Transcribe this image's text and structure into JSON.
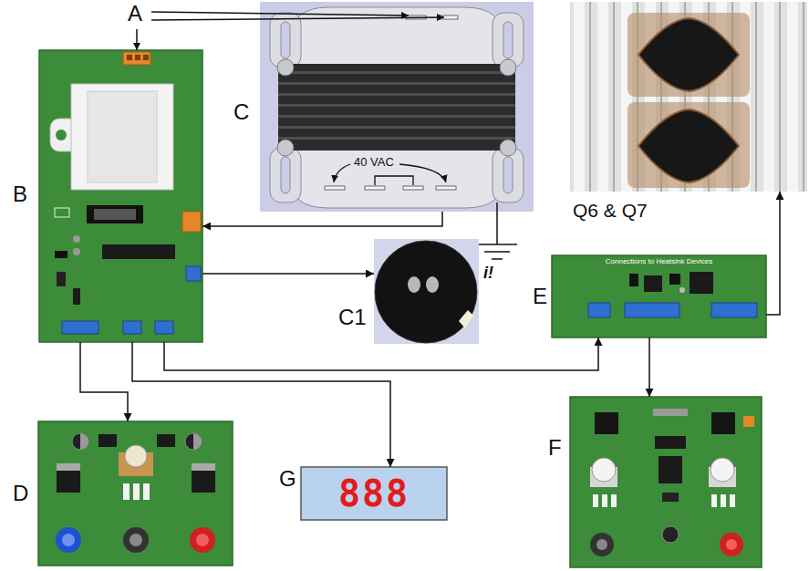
{
  "diagram": {
    "nodes": [
      {
        "text": [
          "B"
        ]
      },
      {
        "text": [
          "C"
        ]
      },
      {
        "text": [
          "Q6 & Q7"
        ]
      },
      {
        "text": [
          "C1"
        ]
      },
      {
        "text": [
          "E",
          "Connections to Heatsink Devices"
        ]
      },
      {
        "text": [
          "D"
        ]
      },
      {
        "text": [
          "G",
          "888"
        ]
      },
      {
        "text": [
          "F"
        ]
      }
    ],
    "edges": [
      {
        "from": 1,
        "to": 0,
        "arrow": "to"
      },
      {
        "from": 0,
        "to": 3,
        "arrow": "to"
      },
      {
        "from": 0,
        "to": 5,
        "arrow": "to"
      },
      {
        "from": 0,
        "to": 6,
        "arrow": "to"
      },
      {
        "from": 0,
        "to": 4,
        "arrow": "to"
      },
      {
        "from": 4,
        "to": 7,
        "arrow": "to"
      },
      {
        "from": 4,
        "to": 2,
        "arrow": "to"
      }
    ],
    "labels": [
      "A",
      "40 VAC",
      "i!"
    ]
  }
}
